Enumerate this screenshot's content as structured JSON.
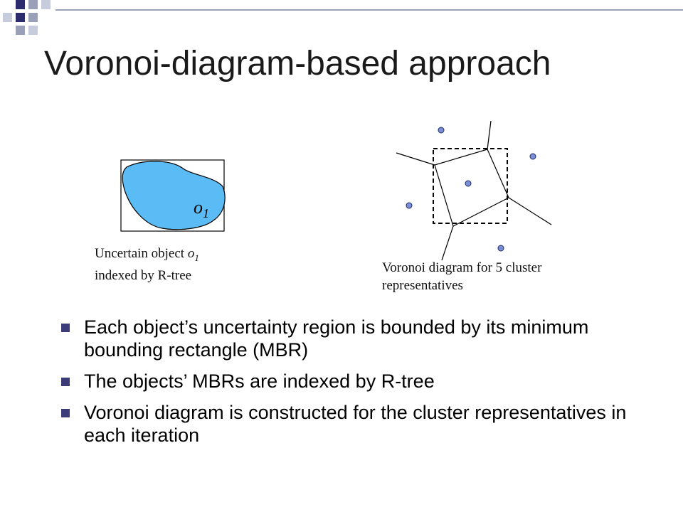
{
  "slide": {
    "title": "Voronoi-diagram-based approach",
    "colors": {
      "deco_navy": "#2b2b6e",
      "deco_slate": "#9aa0b8",
      "deco_light": "#c7ccdc",
      "object_fill": "#5bbcf5",
      "site_fill": "#7b8fd6",
      "bullet_color": "#3b3b7a"
    }
  },
  "figure_left": {
    "object_label": "o",
    "object_subscript": "1",
    "caption_line1_prefix": "Uncertain object ",
    "caption_line1_var": "o",
    "caption_line1_sub": "1",
    "caption_line2": "indexed by R-tree"
  },
  "figure_right": {
    "caption_line1": "Voronoi diagram for 5 cluster",
    "caption_line2": "representatives"
  },
  "bullets": [
    "Each object’s uncertainty region is bounded by its minimum bounding rectangle (MBR)",
    "The objects’ MBRs are indexed by R-tree",
    "Voronoi diagram is constructed for the cluster representatives in each iteration"
  ]
}
